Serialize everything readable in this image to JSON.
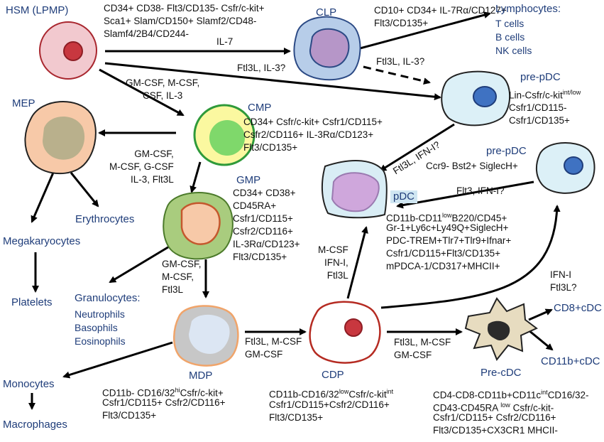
{
  "cells": {
    "hsm": {
      "name": "HSM (LPMP)",
      "markers": "CD34+ CD38- Flt3/CD135- Csfr/c-kit+\nSca1+ Slam/CD150+ Slamf2/CD48-\nSlamf4/2B4/CD244-"
    },
    "clp": {
      "name": "CLP",
      "markers": "CD10+ CD34+ IL-7Rα/CD127+\nFlt3/CD135+"
    },
    "lymphocytes": {
      "title": "Lymphocytes:",
      "items": "T cells\nB cells\nNK cells"
    },
    "prepdc1": {
      "name": "pre-pDC",
      "markers_a": "Lin-Csfr/c-kit",
      "markers_sup": "int/low",
      "markers_b": "Csfr1/CD115-\nCsfr1/CD135+"
    },
    "mep": {
      "name": "MEP"
    },
    "cmp": {
      "name": "CMP",
      "markers": "CD34+ Csfr/c-kit+ Csfr1/CD115+\nCsfr2/CD116+ IL-3Rα/CD123+\nFlt3/CD135+"
    },
    "prepdc2": {
      "name": "pre-pDC",
      "markers": "Ccr9- Bst2+ SiglecH+"
    },
    "gmp": {
      "name": "GMP",
      "markers": "CD34+ CD38+\nCD45RA+\nCsfr1/CD115+\nCsfr2/CD116+\nIL-3Rα/CD123+\nFlt3/CD135+"
    },
    "pdc": {
      "name": "pDC",
      "line1_a": "CD11b-CD11",
      "line1_sup": "low",
      "line1_b": "B220/CD45+",
      "rest": "Gr-1+Ly6c+Ly49Q+SiglecH+\nPDC-TREM+Tlr7+Tlr9+Ifnar+\nCsfr1/CD115+Flt3/CD135+\nmPDCA-1/CD317+MHCII+"
    },
    "mdp": {
      "name": "MDP",
      "line1_a": "CD11b- CD16/32",
      "line1_sup": "hi",
      "line1_b": "Csfr/c-kit+",
      "rest": "Csfr1/CD115+ Csfr2/CD116+\nFlt3/CD135+"
    },
    "cdp": {
      "name": "CDP",
      "line1_a": "CD11b-CD16/32",
      "line1_sup1": "low",
      "line1_b": "Csfr/c-kit",
      "line1_sup2": "int",
      "rest": "Csfr1/CD115+Csfr2/CD116+\nFlt3/CD135+"
    },
    "precdc": {
      "name": "Pre-cDC",
      "line1_a": "CD4-CD8-CD11b+CD11c",
      "line1_sup1": "int",
      "line1_b": "CD16/32-",
      "line2_a": "CD43-CD45RA ",
      "line2_sup": "low",
      "line2_b": " Csfr/c-kit-",
      "rest": "Csfr1/CD115+ Csfr2/CD116+\nFlt3/CD135+CX3CR1 MHCII-"
    }
  },
  "outcomes": {
    "erythrocytes": "Erythrocytes",
    "megakaryocytes": "Megakaryocytes",
    "platelets": "Platelets",
    "granulocytes_title": "Granulocytes:",
    "granulocytes_items": "Neutrophils\nBasophils\nEosinophils",
    "monocytes": "Monocytes",
    "macrophages": "Macrophages",
    "cd8_cdc": "CD8+cDC",
    "cd11b_cdc": "CD11b+cDC"
  },
  "signals": {
    "hsm_clp": "IL-7",
    "hsm_prepdc": "Ftl3L, IL-3?",
    "clp_prepdc": "Ftl3L, IL-3?",
    "hsm_cmp": "GM-CSF, M-CSF,\nCSF, IL-3",
    "cmp_gmp": "GM-CSF,\nM-CSF, G-CSF\nIL-3, Flt3L",
    "prepdc_pdc": "Ftl3L, IFN-I?",
    "prepdc2_pdc": "Flt3, IFN-I?",
    "gmp_mdp": "GM-CSF,\nM-CSF,\nFtl3L",
    "cdp_pdc": "M-CSF\nIFN-I,\nFtl3L",
    "mdp_cdp": "Ftl3L, M-CSF\nGM-CSF",
    "cdp_precdc": "Ftl3L, M-CSF\nGM-CSF",
    "cdp_prepdc2": "IFN-I\nFtl3L?"
  },
  "colors": {
    "label_blue": "#1f3d7a",
    "hsm": "#f2c9cf",
    "clp": "#b7cde9",
    "prepdc": "#dcf0f7",
    "mep": "#f7c9a8",
    "cmp": "#fbf8a0",
    "gmp": "#a9cc7e",
    "pdc": "#d9edf5",
    "mdp": "#c7c7c7",
    "cdp": "#ffffff",
    "precdc": "#e7dcc0"
  }
}
